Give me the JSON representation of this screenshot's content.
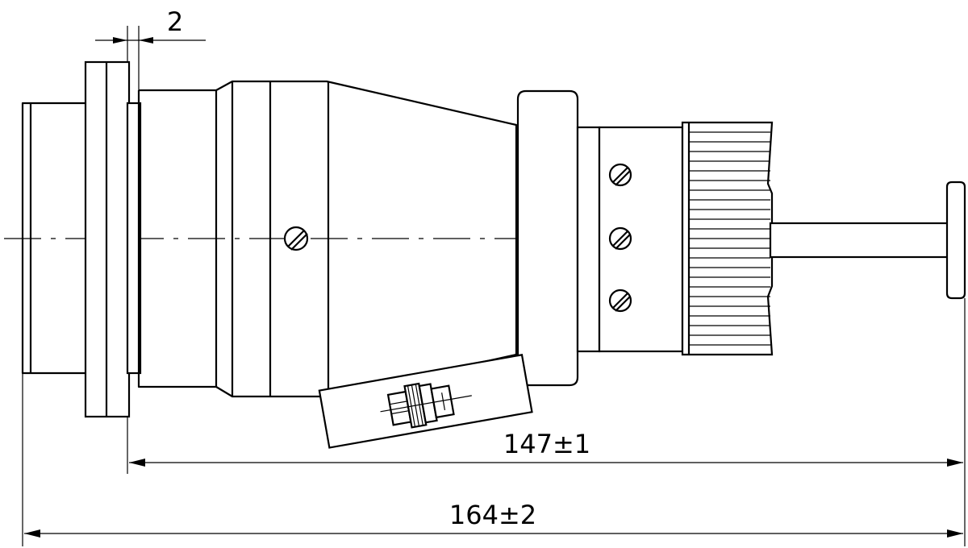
{
  "drawing": {
    "dimensions": {
      "flange_gap": "2",
      "inner_length": "147±1",
      "overall_length": "164±2"
    }
  }
}
